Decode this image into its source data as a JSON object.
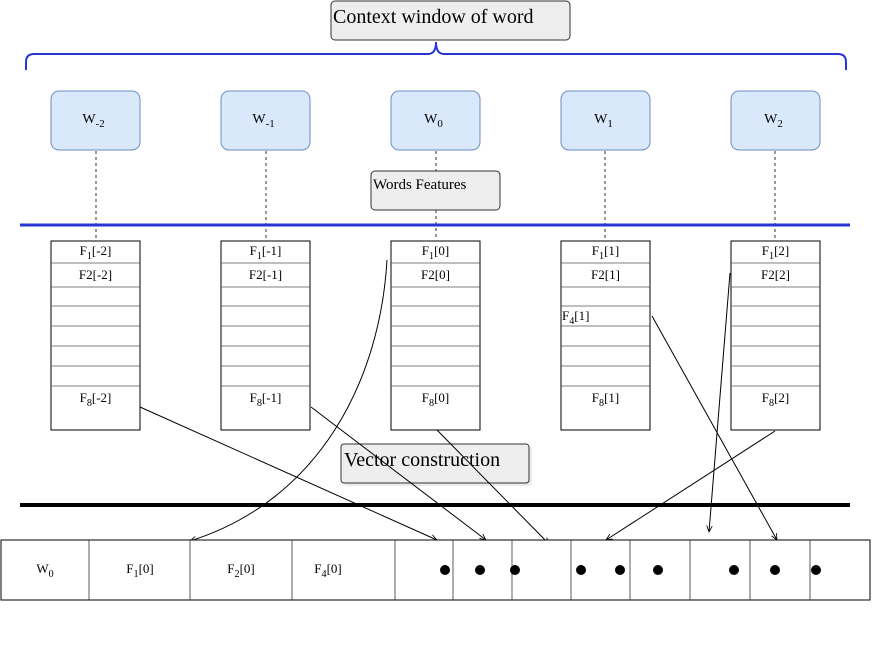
{
  "title": "Context window of word",
  "features_label": "Words Features",
  "vector_label": "Vector construction",
  "words": [
    {
      "base": "W",
      "sub": "-2"
    },
    {
      "base": "W",
      "sub": "-1"
    },
    {
      "base": "W",
      "sub": "0"
    },
    {
      "base": "W",
      "sub": "1"
    },
    {
      "base": "W",
      "sub": "2"
    }
  ],
  "feature_columns": [
    {
      "f1": {
        "base": "F",
        "sub": "1",
        "idx": "[-2]"
      },
      "f2": {
        "base": "F2",
        "sub": "",
        "idx": "[-2]"
      },
      "f8": {
        "base": "F",
        "sub": "8",
        "idx": "[-2]"
      }
    },
    {
      "f1": {
        "base": "F",
        "sub": "1",
        "idx": "[-1]"
      },
      "f2": {
        "base": "F2",
        "sub": "",
        "idx": "[-1]"
      },
      "f8": {
        "base": "F",
        "sub": "8",
        "idx": "[-1]"
      }
    },
    {
      "f1": {
        "base": "F",
        "sub": "1",
        "idx": "[0]"
      },
      "f2": {
        "base": "F2",
        "sub": "",
        "idx": "[0]"
      },
      "f8": {
        "base": "F",
        "sub": "8",
        "idx": "[0]"
      }
    },
    {
      "f1": {
        "base": "F",
        "sub": "1",
        "idx": "[1]"
      },
      "f2": {
        "base": "F2",
        "sub": "",
        "idx": "[1]"
      },
      "f8": {
        "base": "F",
        "sub": "8",
        "idx": "[1]"
      }
    },
    {
      "f1": {
        "base": "F",
        "sub": "1",
        "idx": "[2]"
      },
      "f2": {
        "base": "F2",
        "sub": "",
        "idx": "[2]"
      },
      "f8": {
        "base": "F",
        "sub": "8",
        "idx": "[2]"
      }
    }
  ],
  "extra_feature": {
    "base": "F",
    "sub": "4",
    "idx": "[1]"
  },
  "vector_cells": [
    {
      "base": "W",
      "sub": "0",
      "idx": ""
    },
    {
      "base": "F",
      "sub": "1",
      "idx": "[0]"
    },
    {
      "base": "F",
      "sub": "2",
      "idx": "[0]"
    },
    {
      "base": "F",
      "sub": "4",
      "idx": "[0]"
    }
  ],
  "colors": {
    "word_box_fill": "#dae8fc",
    "word_box_stroke": "#6c8ebf",
    "label_box_fill": "#eeeeee",
    "brace_and_divider": "#2a35d4",
    "bottom_divider": "#000000"
  }
}
